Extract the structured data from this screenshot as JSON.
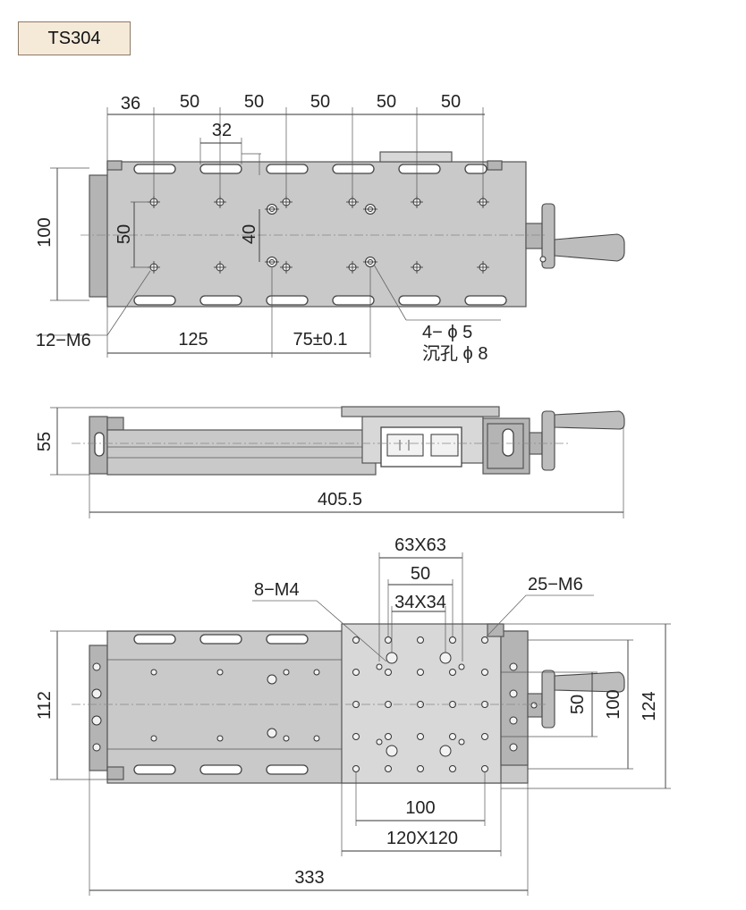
{
  "model": "TS304",
  "top_view": {
    "pitch_dims": [
      "36",
      "50",
      "50",
      "50",
      "50",
      "50"
    ],
    "slot_length": "32",
    "height": "100",
    "hole_row_spacing": "50",
    "hole_spacing_40": "40",
    "tapped_holes": "12−M6",
    "length_125": "125",
    "spacing_75": "75±0.1",
    "cbore_label_1": "4− ϕ 5",
    "cbore_label_2": "沉孔 ϕ 8"
  },
  "side_view": {
    "height": "55",
    "total_length": "405.5"
  },
  "bottom_view": {
    "table_size": "63X63",
    "dim_50_top": "50",
    "inner_size": "34X34",
    "holes_m4": "8−M4",
    "holes_m6": "25−M6",
    "width_112": "112",
    "dim_50_right": "50",
    "dim_100_right": "100",
    "dim_124": "124",
    "dim_100_bottom": "100",
    "table_120": "120X120",
    "length_333": "333"
  }
}
